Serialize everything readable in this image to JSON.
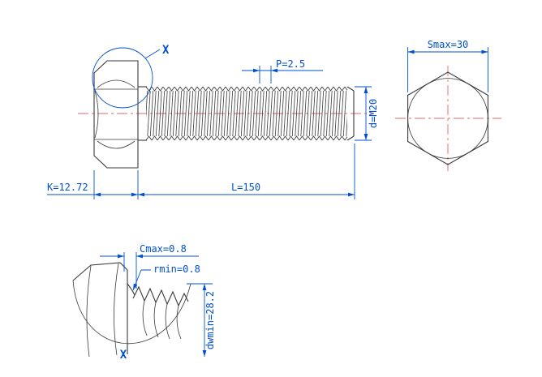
{
  "drawing": {
    "type": "engineering-drawing-hex-bolt",
    "colors": {
      "background": "#ffffff",
      "geometry": "#3a3a3a",
      "dimension": "#0050d0",
      "centerline": "#e06666"
    },
    "labels": {
      "side": {
        "detail_ref": "X",
        "pitch": "P=2.5",
        "thread_dia": "d=M20",
        "head_height": "K=12.72",
        "length": "L=150"
      },
      "end": {
        "across_flats": "Smax=30"
      },
      "detail": {
        "chamfer": "Cmax=0.8",
        "fillet_radius": "rmin=0.8",
        "washer_dia": "dwmin=28.2",
        "view_ref": "X"
      }
    }
  }
}
